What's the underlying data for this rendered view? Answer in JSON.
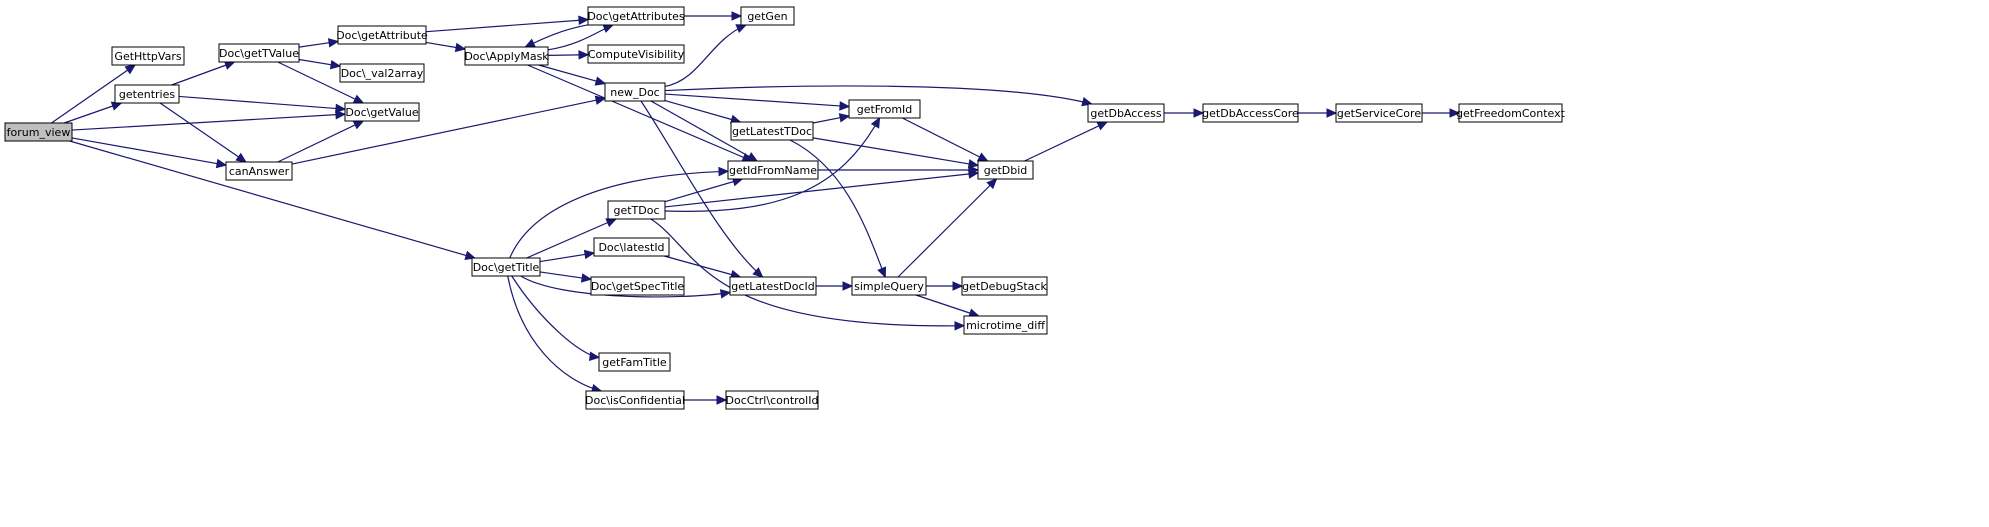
{
  "diagram": {
    "type": "call-graph",
    "colors": {
      "root_fill": "#bfbfbf",
      "node_fill": "#ffffff",
      "node_border": "#000000",
      "edge": "#191970"
    },
    "nodes": [
      {
        "id": "forum_view",
        "label": "forum_view",
        "root": true
      },
      {
        "id": "GetHttpVars",
        "label": "GetHttpVars"
      },
      {
        "id": "getentries",
        "label": "getentries"
      },
      {
        "id": "canAnswer",
        "label": "canAnswer"
      },
      {
        "id": "Doc_getTValue",
        "label": "Doc\\getTValue"
      },
      {
        "id": "Doc_getValue",
        "label": "Doc\\getValue"
      },
      {
        "id": "Doc_val2array",
        "label": "Doc\\_val2array"
      },
      {
        "id": "Doc_getAttribute",
        "label": "Doc\\getAttribute"
      },
      {
        "id": "Doc_ApplyMask",
        "label": "Doc\\ApplyMask"
      },
      {
        "id": "Doc_getAttributes",
        "label": "Doc\\getAttributes"
      },
      {
        "id": "ComputeVisibility",
        "label": "ComputeVisibility"
      },
      {
        "id": "getGen",
        "label": "getGen"
      },
      {
        "id": "new_Doc",
        "label": "new_Doc"
      },
      {
        "id": "getFromId",
        "label": "getFromId"
      },
      {
        "id": "getLatestTDoc",
        "label": "getLatestTDoc"
      },
      {
        "id": "getIdFromName",
        "label": "getIdFromName"
      },
      {
        "id": "getDbid",
        "label": "getDbid"
      },
      {
        "id": "getDbAccess",
        "label": "getDbAccess"
      },
      {
        "id": "getDbAccessCore",
        "label": "getDbAccessCore"
      },
      {
        "id": "getServiceCore",
        "label": "getServiceCore"
      },
      {
        "id": "getFreedomContext",
        "label": "getFreedomContext"
      },
      {
        "id": "Doc_getTitle",
        "label": "Doc\\getTitle"
      },
      {
        "id": "getTDoc",
        "label": "getTDoc"
      },
      {
        "id": "Doc_latestId",
        "label": "Doc\\latestId"
      },
      {
        "id": "Doc_getSpecTitle",
        "label": "Doc\\getSpecTitle"
      },
      {
        "id": "getLatestDocId",
        "label": "getLatestDocId"
      },
      {
        "id": "simpleQuery",
        "label": "simpleQuery"
      },
      {
        "id": "getDebugStack",
        "label": "getDebugStack"
      },
      {
        "id": "microtime_diff",
        "label": "microtime_diff"
      },
      {
        "id": "getFamTitle",
        "label": "getFamTitle"
      },
      {
        "id": "Doc_isConfidential",
        "label": "Doc\\isConfidential"
      },
      {
        "id": "DocCtrl_controlId",
        "label": "DocCtrl\\controlId"
      }
    ],
    "edges": [
      [
        "forum_view",
        "GetHttpVars"
      ],
      [
        "forum_view",
        "getentries"
      ],
      [
        "forum_view",
        "Doc_getValue"
      ],
      [
        "forum_view",
        "canAnswer"
      ],
      [
        "forum_view",
        "Doc_getTitle"
      ],
      [
        "getentries",
        "Doc_getTValue"
      ],
      [
        "getentries",
        "Doc_getValue"
      ],
      [
        "getentries",
        "canAnswer"
      ],
      [
        "canAnswer",
        "Doc_getValue"
      ],
      [
        "canAnswer",
        "new_Doc"
      ],
      [
        "Doc_getTValue",
        "Doc_getAttribute"
      ],
      [
        "Doc_getTValue",
        "Doc_val2array"
      ],
      [
        "Doc_getTValue",
        "Doc_getValue"
      ],
      [
        "Doc_getAttribute",
        "Doc_getAttributes"
      ],
      [
        "Doc_getAttribute",
        "Doc_ApplyMask"
      ],
      [
        "Doc_ApplyMask",
        "Doc_getAttributes"
      ],
      [
        "Doc_getAttributes",
        "Doc_ApplyMask"
      ],
      [
        "Doc_getAttributes",
        "getGen"
      ],
      [
        "Doc_ApplyMask",
        "ComputeVisibility"
      ],
      [
        "Doc_ApplyMask",
        "new_Doc"
      ],
      [
        "Doc_ApplyMask",
        "getIdFromName"
      ],
      [
        "new_Doc",
        "getGen"
      ],
      [
        "new_Doc",
        "getDbAccess"
      ],
      [
        "new_Doc",
        "getFromId"
      ],
      [
        "new_Doc",
        "getLatestTDoc"
      ],
      [
        "new_Doc",
        "getIdFromName"
      ],
      [
        "new_Doc",
        "getLatestDocId"
      ],
      [
        "getLatestTDoc",
        "getFromId"
      ],
      [
        "getLatestTDoc",
        "getDbid"
      ],
      [
        "getLatestTDoc",
        "simpleQuery"
      ],
      [
        "getFromId",
        "getDbid"
      ],
      [
        "getIdFromName",
        "getDbid"
      ],
      [
        "getDbid",
        "getDbAccess"
      ],
      [
        "getDbAccess",
        "getDbAccessCore"
      ],
      [
        "getDbAccessCore",
        "getServiceCore"
      ],
      [
        "getServiceCore",
        "getFreedomContext"
      ],
      [
        "Doc_getTitle",
        "getIdFromName"
      ],
      [
        "Doc_getTitle",
        "getTDoc"
      ],
      [
        "Doc_getTitle",
        "Doc_latestId"
      ],
      [
        "Doc_getTitle",
        "Doc_getSpecTitle"
      ],
      [
        "Doc_getTitle",
        "getLatestDocId"
      ],
      [
        "Doc_getTitle",
        "getFamTitle"
      ],
      [
        "Doc_getTitle",
        "Doc_isConfidential"
      ],
      [
        "getTDoc",
        "getIdFromName"
      ],
      [
        "getTDoc",
        "getFromId"
      ],
      [
        "getTDoc",
        "getDbid"
      ],
      [
        "getTDoc",
        "microtime_diff"
      ],
      [
        "Doc_latestId",
        "getLatestDocId"
      ],
      [
        "getLatestDocId",
        "simpleQuery"
      ],
      [
        "simpleQuery",
        "getDbid"
      ],
      [
        "simpleQuery",
        "getDebugStack"
      ],
      [
        "simpleQuery",
        "microtime_diff"
      ],
      [
        "Doc_isConfidential",
        "DocCtrl_controlId"
      ]
    ]
  }
}
